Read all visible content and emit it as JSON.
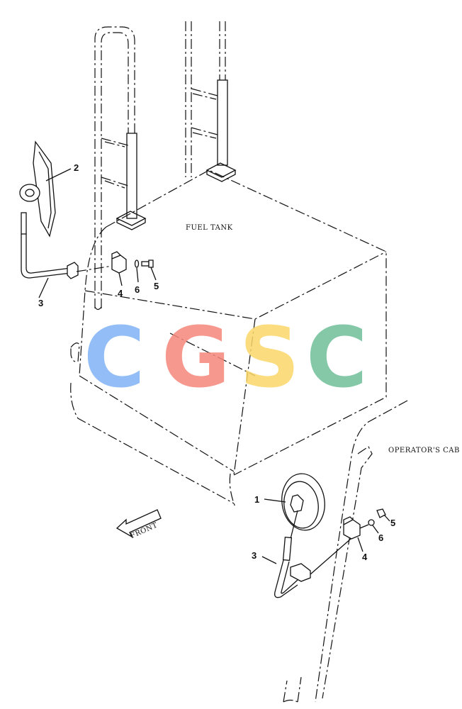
{
  "labels": {
    "fuel_tank": "FUEL TANK",
    "operators_cab": "OPERATOR'S CAB",
    "front": "FRONT"
  },
  "callouts": {
    "upper": [
      {
        "id": "2",
        "text": "2"
      },
      {
        "id": "3",
        "text": "3"
      },
      {
        "id": "4",
        "text": "4"
      },
      {
        "id": "6",
        "text": "6"
      },
      {
        "id": "5",
        "text": "5"
      }
    ],
    "lower": [
      {
        "id": "1",
        "text": "1"
      },
      {
        "id": "3",
        "text": "3"
      },
      {
        "id": "4",
        "text": "4"
      },
      {
        "id": "6",
        "text": "6"
      },
      {
        "id": "5",
        "text": "5"
      }
    ]
  },
  "watermark": {
    "letters": [
      "C",
      "G",
      "S",
      "C"
    ],
    "colors": [
      "#7fb2f5",
      "#f5877a",
      "#fbd86a",
      "#6fbf98"
    ]
  }
}
